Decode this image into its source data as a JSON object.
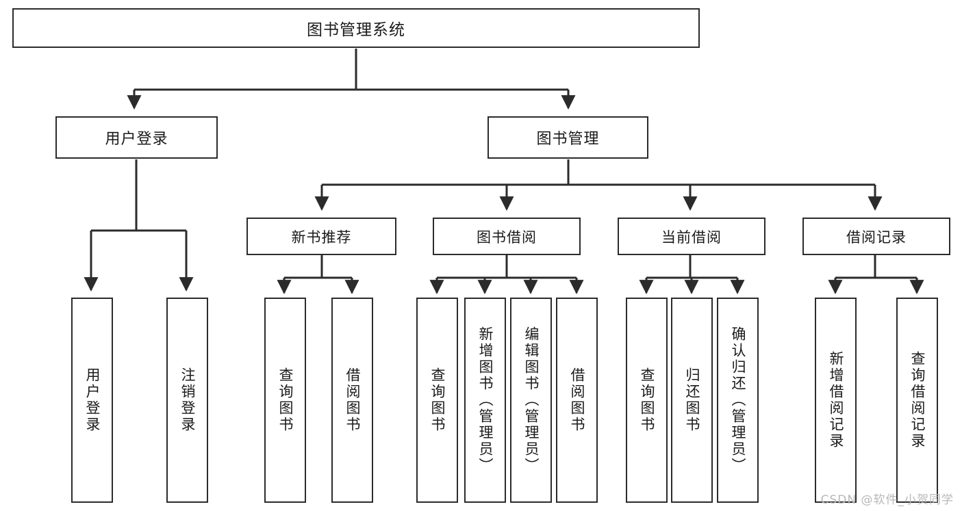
{
  "diagram": {
    "title": "图书管理系统",
    "type": "tree",
    "orientation": "top-down",
    "colors": {
      "box_border": "#2b2b2b",
      "box_fill": "#ffffff",
      "connector": "#2b2b2b",
      "text": "#1a1a1a",
      "watermark": "#b8b8b8",
      "background": "#ffffff"
    }
  },
  "root": {
    "label": "图书管理系统"
  },
  "level1": [
    {
      "label": "用户登录"
    },
    {
      "label": "图书管理"
    }
  ],
  "level2": [
    {
      "label": "新书推荐"
    },
    {
      "label": "图书借阅"
    },
    {
      "label": "当前借阅"
    },
    {
      "label": "借阅记录"
    }
  ],
  "leaves": {
    "user_login": [
      {
        "label": "用户登录"
      },
      {
        "label": "注销登录"
      }
    ],
    "new_book_recommend": [
      {
        "label": "查询图书"
      },
      {
        "label": "借阅图书"
      }
    ],
    "book_borrow": [
      {
        "label": "查询图书"
      },
      {
        "label": "新增图书（管理员）"
      },
      {
        "label": "编辑图书（管理员）"
      },
      {
        "label": "借阅图书"
      }
    ],
    "current_borrow": [
      {
        "label": "查询图书"
      },
      {
        "label": "归还图书"
      },
      {
        "label": "确认归还（管理员）"
      }
    ],
    "borrow_record": [
      {
        "label": "新增借阅记录"
      },
      {
        "label": "查询借阅记录"
      }
    ]
  },
  "watermark": {
    "text": "CSDN @软件_小贺同学"
  }
}
